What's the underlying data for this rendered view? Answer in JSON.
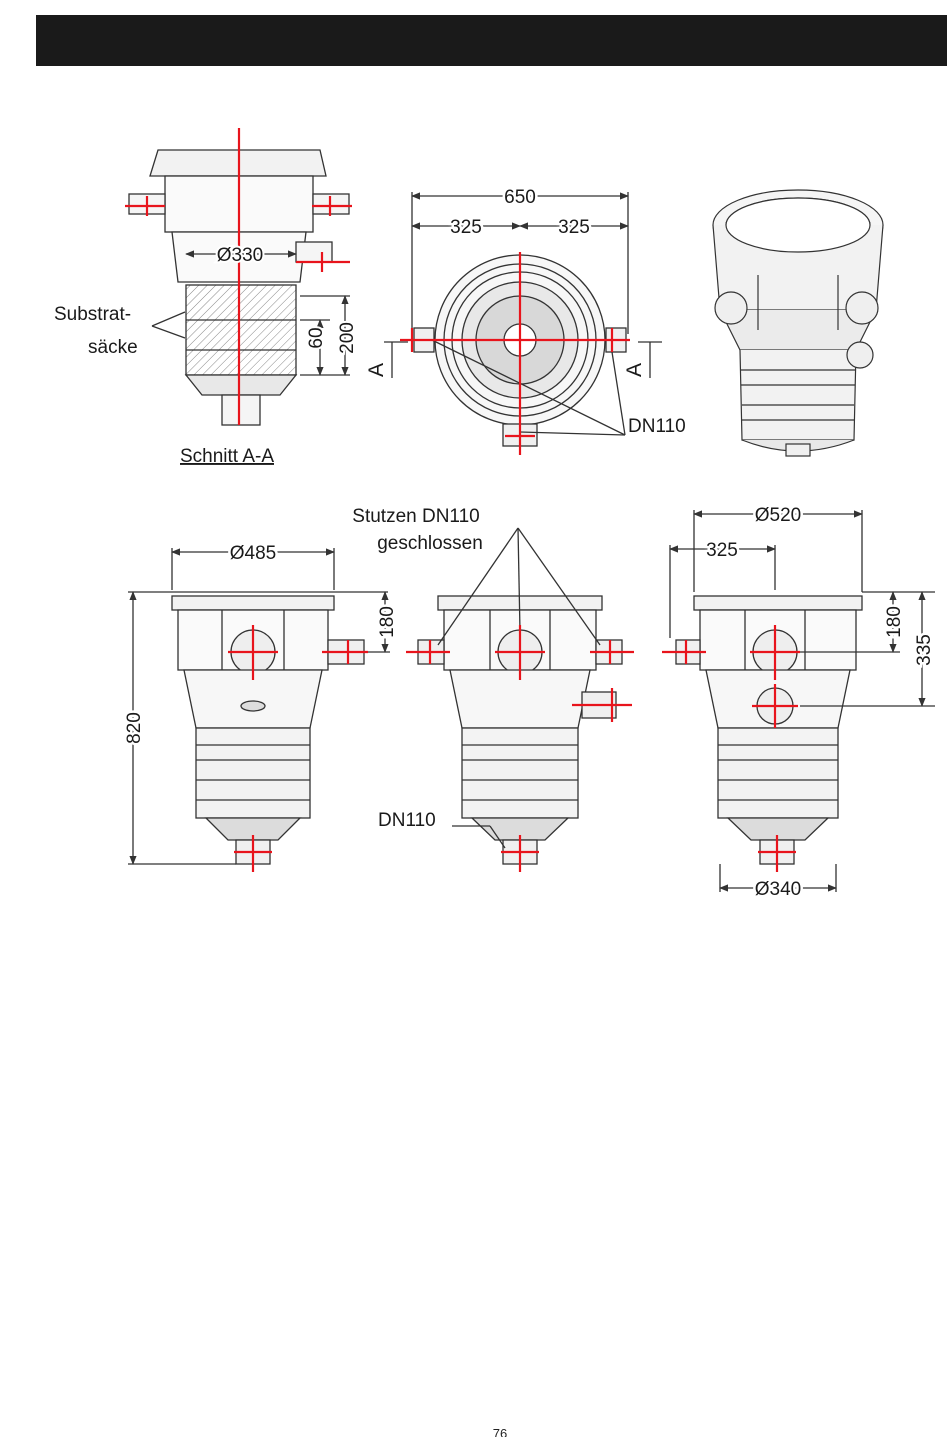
{
  "header": {
    "color": "#1a1a1a"
  },
  "colors": {
    "line": "#333333",
    "cross": "#e8141c",
    "hatch": "#888888"
  },
  "top_row": {
    "section_view": {
      "caption": "Schnitt A-A",
      "label_line1": "Substrat-",
      "label_line2": "säcke",
      "dia": "Ø330",
      "dim_60": "60",
      "dim_200": "200"
    },
    "plan_view": {
      "dim_total": "650",
      "dim_left": "325",
      "dim_right": "325",
      "section_mark_left": "A",
      "section_mark_right": "A",
      "pipe_label": "DN110"
    },
    "iso_view": {}
  },
  "bottom_row": {
    "left_view": {
      "dia": "Ø485",
      "dim_820": "820",
      "dim_180": "180"
    },
    "middle_view": {
      "label_line1": "Stutzen DN110",
      "label_line2": "geschlossen",
      "bottom_label": "DN110"
    },
    "right_view": {
      "dia_top": "Ø520",
      "dim_325": "325",
      "dim_180": "180",
      "dim_335": "335",
      "dia_bottom": "Ø340"
    }
  },
  "page_number": "76"
}
